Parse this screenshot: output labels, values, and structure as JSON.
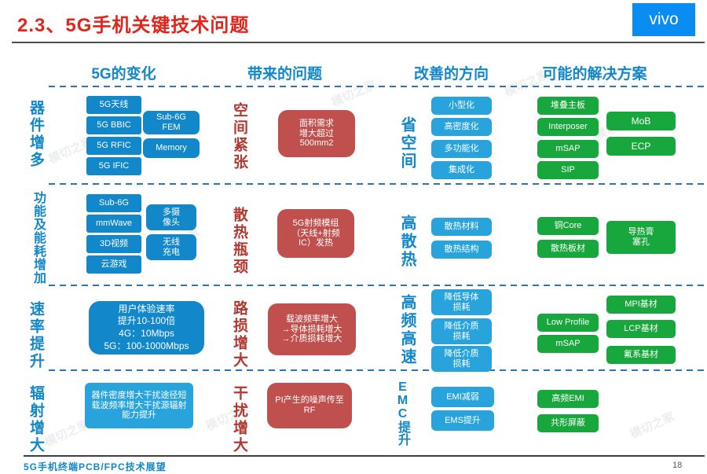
{
  "title": "2.3、5G手机关键技术问题",
  "logo": "vivo",
  "headers": {
    "changes": "5G的变化",
    "problems": "带来的问题",
    "directions": "改善的方向",
    "solutions": "可能的解决方案"
  },
  "rows": [
    {
      "label": "器件增多",
      "changes": [
        "5G天线",
        "5G BBIC",
        "5G RFIC",
        "5G IFIC",
        "Sub-6G\nFEM",
        "Memory"
      ],
      "problem_label": "空间紧张",
      "problem": "面积需求\n增大超过\n500mm2",
      "direction_label": "省空间",
      "directions": [
        "小型化",
        "高密度化",
        "多功能化",
        "集成化"
      ],
      "solutions": [
        "堆叠主板",
        "Interposer",
        "mSAP",
        "SIP",
        "MoB",
        "ECP"
      ]
    },
    {
      "label": "功能及能耗增加",
      "changes": [
        "Sub-6G",
        "mmWave",
        "3D视频",
        "云游戏",
        "多摄\n像头",
        "无线\n充电"
      ],
      "problem_label": "散热瓶颈",
      "problem": "5G射频模组\n（天线+射频\nIC）发热",
      "direction_label": "高散热",
      "directions": [
        "散热材料",
        "散热结构"
      ],
      "solutions": [
        "铜Core",
        "散热板材",
        "导热膏\n塞孔"
      ]
    },
    {
      "label": "速率提升",
      "changes": [
        "用户体验速率\n提升10-100倍\n4G：10Mbps\n5G：100-1000Mbps"
      ],
      "problem_label": "路损增大",
      "problem": "载波频率增大\n→导体损耗增大\n→介质损耗增大",
      "direction_label": "高频高速",
      "directions": [
        "降低导体损耗",
        "降低介质损耗",
        "降低介质损耗"
      ],
      "solutions": [
        "Low Profile",
        "mSAP",
        "MPI基材",
        "LCP基材",
        "氟系基材"
      ]
    },
    {
      "label": "辐射增大",
      "changes": [
        "器件密度增大干扰途径短\n载波频率增大干扰源辐射能力提升"
      ],
      "problem_label": "干扰增大",
      "problem": "PI产生的噪声传至\nRF",
      "direction_label": "EMC提升",
      "directions": [
        "EMI减弱",
        "EMS提升"
      ],
      "solutions": [
        "高频EMI",
        "共形屏蔽"
      ]
    }
  ],
  "footer": {
    "text": "5G手机终端PCB/FPC技术展望",
    "page": "18"
  },
  "watermark": "模切之家",
  "colors": {
    "title_red": "#e1251c",
    "header_blue": "#1287c9",
    "change_box_blue": "#1287c9",
    "direction_box_blue": "#29a3dc",
    "solution_box_green": "#18a73c",
    "problem_box_red": "#c0504d",
    "problem_label_red": "#b03a31",
    "logo_blue": "#0a8df2"
  }
}
